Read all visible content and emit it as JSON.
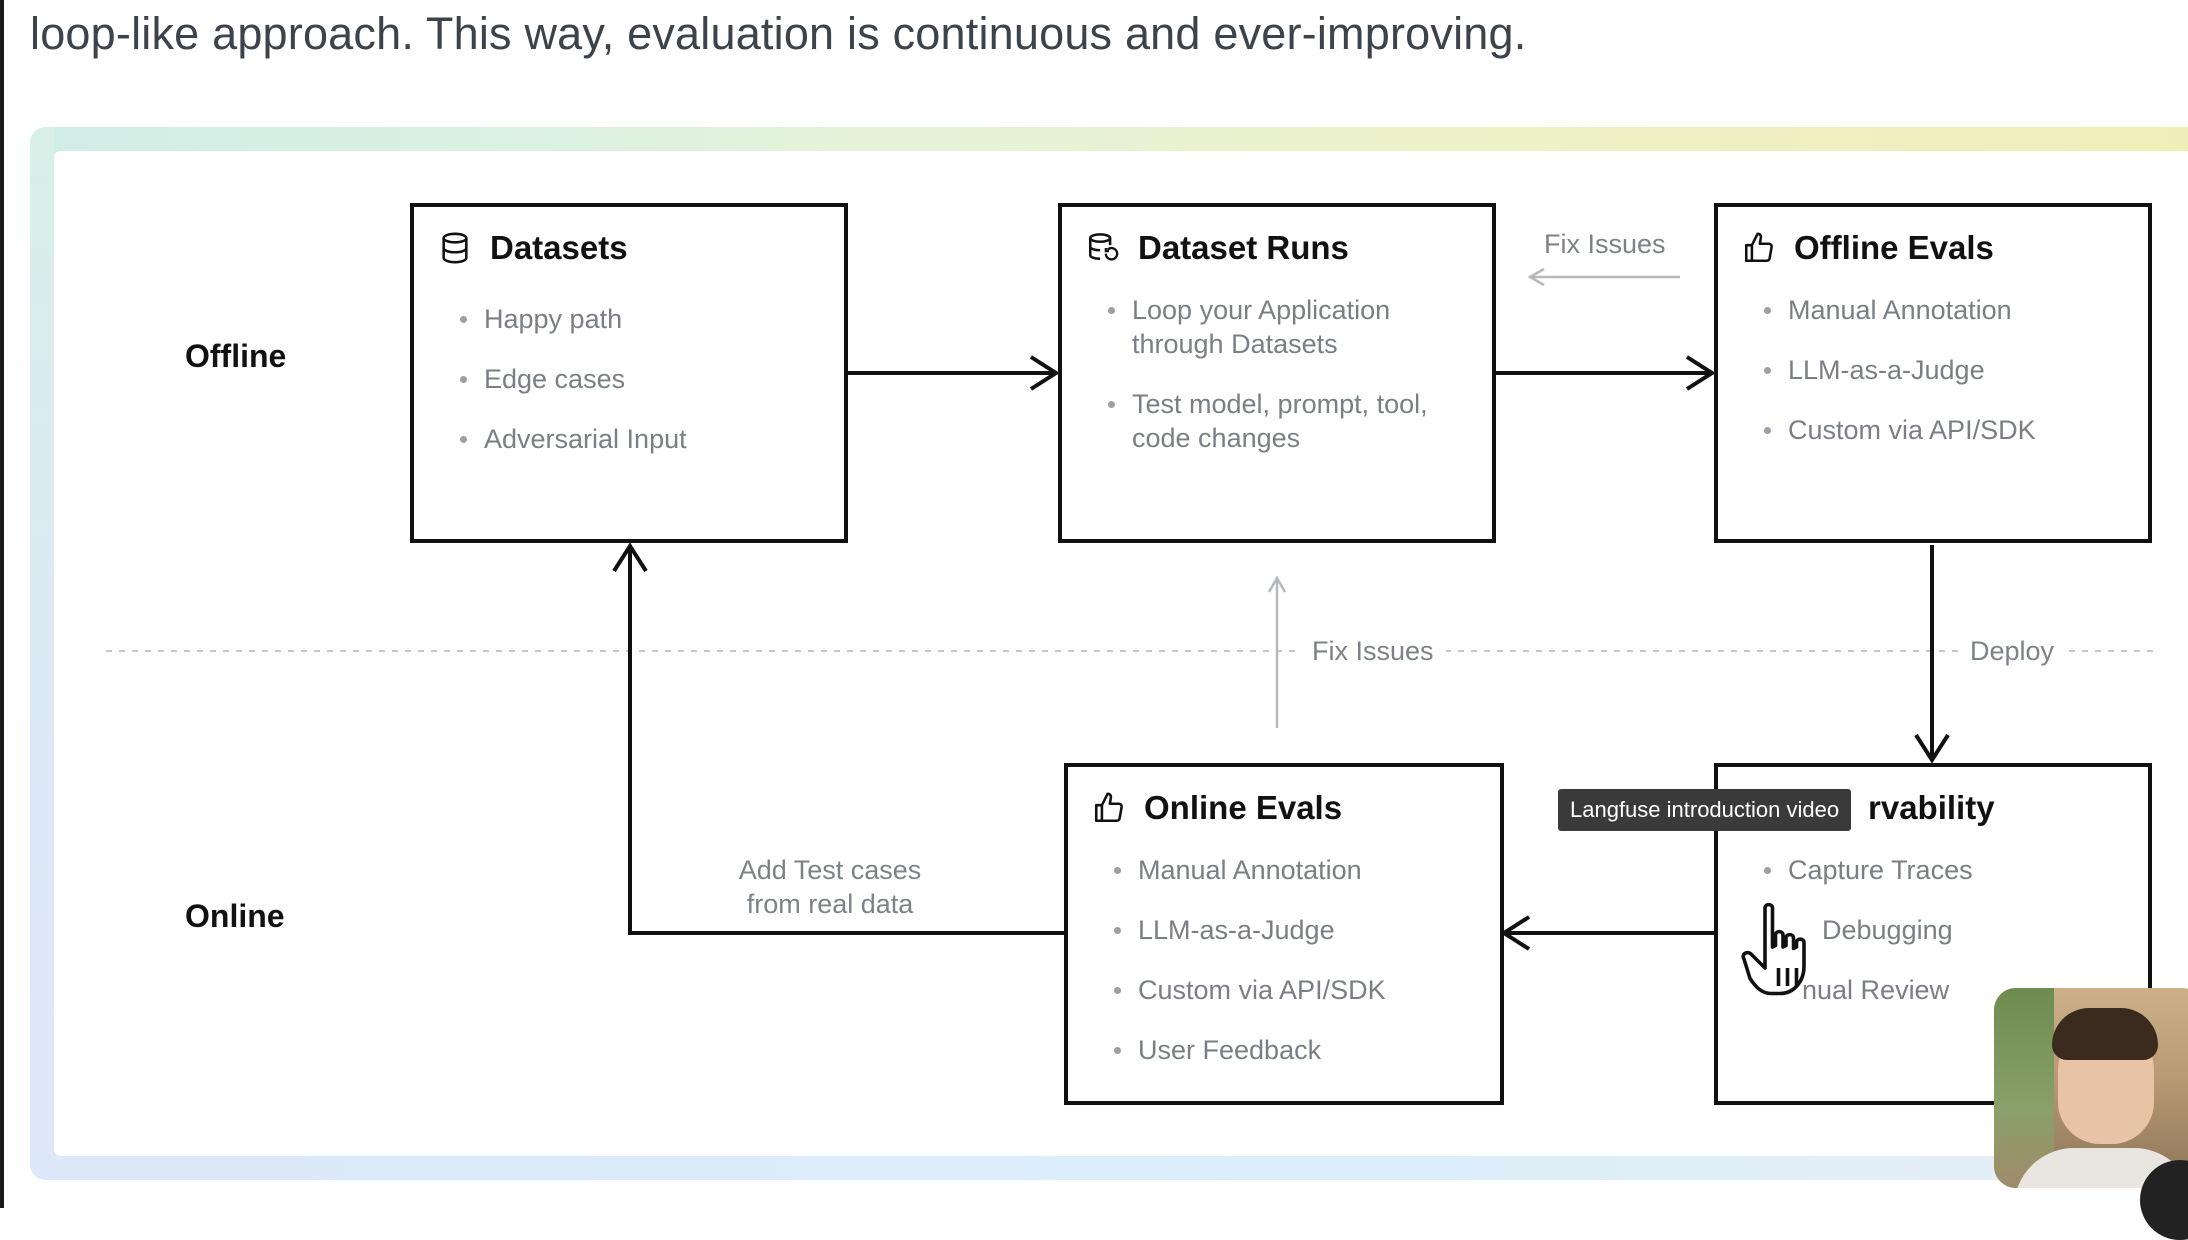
{
  "intro_text": "loop-like approach. This way, evaluation is continuous and ever-improving.",
  "rows": {
    "offline": "Offline",
    "online": "Online"
  },
  "boxes": {
    "datasets": {
      "title": "Datasets",
      "icon": "database-icon",
      "items": [
        "Happy path",
        "Edge cases",
        "Adversarial Input"
      ]
    },
    "dataset_runs": {
      "title": "Dataset Runs",
      "icon": "database-refresh-icon",
      "items": [
        "Loop your Application through Datasets",
        "Test model, prompt, tool, code changes"
      ]
    },
    "offline_evals": {
      "title": "Offline Evals",
      "icon": "thumbs-up-icon",
      "items": [
        "Manual Annotation",
        "LLM-as-a-Judge",
        "Custom via API/SDK"
      ]
    },
    "online_evals": {
      "title": "Online Evals",
      "icon": "thumbs-up-icon",
      "items": [
        "Manual Annotation",
        "LLM-as-a-Judge",
        "Custom via API/SDK",
        "User Feedback"
      ]
    },
    "observability": {
      "title_visible": "rvability",
      "items_visible": [
        "Capture Traces",
        "Debugging",
        "nual Review"
      ]
    }
  },
  "edge_labels": {
    "fix_issues_top": "Fix Issues",
    "fix_issues_mid": "Fix Issues",
    "deploy": "Deploy",
    "add_test_cases": [
      "Add Test cases",
      "from real data"
    ]
  },
  "tooltip": "Langfuse introduction video",
  "colors": {
    "frame_gradient": [
      "#cfeee8",
      "#f1edb8"
    ],
    "box_border": "#111111",
    "muted_text": "#7a7f86"
  }
}
